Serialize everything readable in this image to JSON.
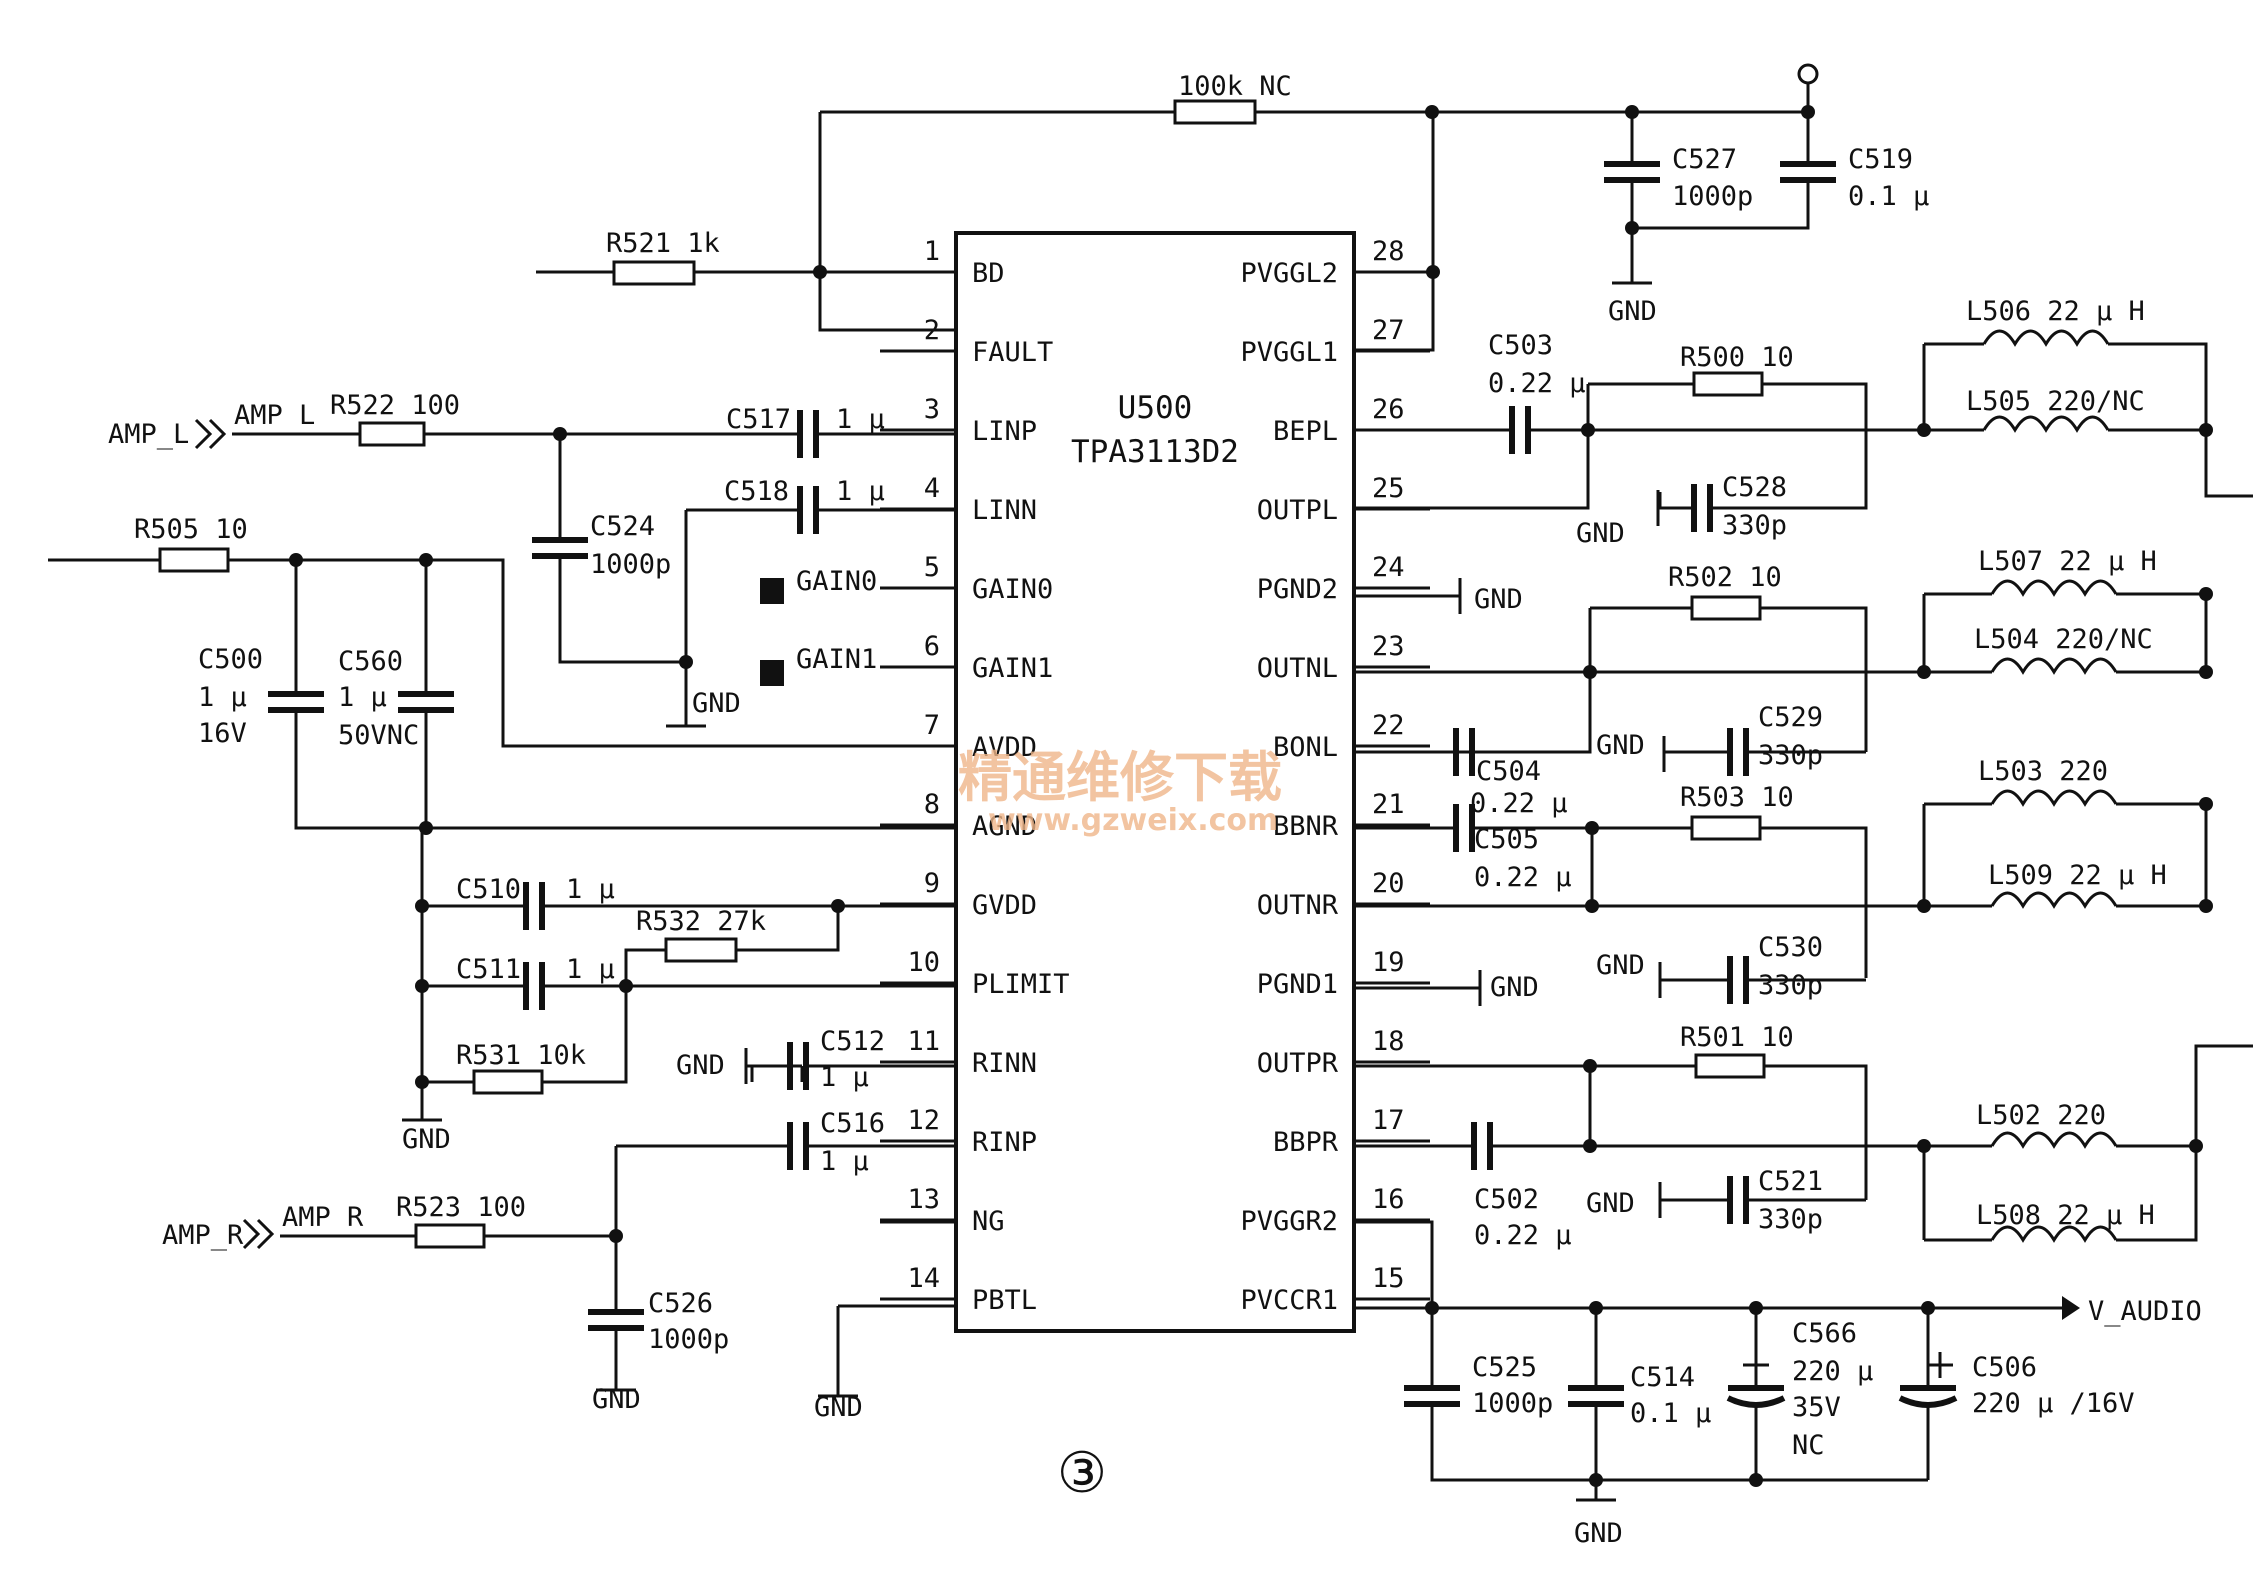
{
  "figure_label": "③",
  "chip": {
    "ref": "U500",
    "part": "TPA3113D2"
  },
  "watermark": {
    "chinese": "精通维修下载",
    "url": "www.gzweix.com"
  },
  "pins_left": [
    {
      "num": "1",
      "name": "BD"
    },
    {
      "num": "2",
      "name": "FAULT"
    },
    {
      "num": "3",
      "name": "LINP"
    },
    {
      "num": "4",
      "name": "LINN"
    },
    {
      "num": "5",
      "name": "GAIN0"
    },
    {
      "num": "6",
      "name": "GAIN1"
    },
    {
      "num": "7",
      "name": "AVDD"
    },
    {
      "num": "8",
      "name": "AGND"
    },
    {
      "num": "9",
      "name": "GVDD"
    },
    {
      "num": "10",
      "name": "PLIMIT"
    },
    {
      "num": "11",
      "name": "RINN"
    },
    {
      "num": "12",
      "name": "RINP"
    },
    {
      "num": "13",
      "name": "NG"
    },
    {
      "num": "14",
      "name": "PBTL"
    }
  ],
  "pins_right": [
    {
      "num": "28",
      "name": "PVGGL2"
    },
    {
      "num": "27",
      "name": "PVGGL1"
    },
    {
      "num": "26",
      "name": "BEPL"
    },
    {
      "num": "25",
      "name": "OUTPL"
    },
    {
      "num": "24",
      "name": "PGND2"
    },
    {
      "num": "23",
      "name": "OUTNL"
    },
    {
      "num": "22",
      "name": "BONL"
    },
    {
      "num": "21",
      "name": "BBNR"
    },
    {
      "num": "20",
      "name": "OUTNR"
    },
    {
      "num": "19",
      "name": "PGND1"
    },
    {
      "num": "18",
      "name": "OUTPR"
    },
    {
      "num": "17",
      "name": "BBPR"
    },
    {
      "num": "16",
      "name": "PVGGR2"
    },
    {
      "num": "15",
      "name": "PVCCR1"
    }
  ],
  "labels": {
    "r_fb": "100k NC",
    "c527a": "C527",
    "c527b": "1000p",
    "c519a": "C519",
    "c519b": "0.1 µ",
    "gnd_top": "GND",
    "r521": "R521 1k",
    "amp_l_port": "AMP_L",
    "amp_l_net": "AMP L",
    "r522": "R522 100",
    "c517a": "C517",
    "c517b": "1 µ",
    "c518a": "C518",
    "c518b": "1 µ",
    "c524a": "C524",
    "c524b": "1000p",
    "gain0": "GAIN0",
    "gain1": "GAIN1",
    "gnd_linn": "GND",
    "r505": "R505 10",
    "c500a": "C500",
    "c500b": "1 µ",
    "c500c": "16V",
    "c560a": "C560",
    "c560b": "1 µ",
    "c560c": "50VNC",
    "c510a": "C510",
    "c510b": "1 µ",
    "r532": "R532 27k",
    "c511a": "C511",
    "c511b": "1 µ",
    "r531": "R531 10k",
    "gnd_left": "GND",
    "gnd_c512": "GND",
    "c512a": "C512",
    "c512b": "1 µ",
    "c516a": "C516",
    "c516b": "1 µ",
    "amp_r_port": "AMP_R",
    "amp_r_net": "AMP R",
    "r523": "R523 100",
    "c526a": "C526",
    "c526b": "1000p",
    "gnd_c526": "GND",
    "gnd_pbtl": "GND",
    "c503a": "C503",
    "c503b": "0.22 µ",
    "r500": "R500 10",
    "l506": "L506 22 µ H",
    "l505": "L505 220/NC",
    "gnd_c528": "GND",
    "c528a": "C528",
    "c528b": "330p",
    "gnd_pgnd2": "GND",
    "r502": "R502 10",
    "l507": "L507 22 µ H",
    "l504": "L504 220/NC",
    "c504": "C504",
    "gnd_c529": "GND",
    "c529a": "C529",
    "c529b": "330p",
    "c504v": "0.22 µ",
    "c505a": "C505",
    "c505b": "0.22 µ",
    "r503": "R503 10",
    "l503": "L503 220",
    "l509": "L509 22 µ H",
    "gnd_c530": "GND",
    "c530a": "C530",
    "c530b": "330p",
    "gnd_pgnd1": "GND",
    "r501": "R501 10",
    "l502": "L502 220",
    "l508": "L508 22 µ H",
    "c502a": "C502",
    "c502b": "0.22 µ",
    "gnd_c521": "GND",
    "c521a": "C521",
    "c521b": "330p",
    "v_audio": "V_AUDIO",
    "c525a": "C525",
    "c525b": "1000p",
    "c514a": "C514",
    "c514b": "0.1 µ",
    "c566a": "C566",
    "c566b": "220 µ",
    "c566c": "35V",
    "c566d": "NC",
    "c506a": "C506",
    "c506b": "220 µ /16V",
    "gnd_bottom": "GND"
  }
}
